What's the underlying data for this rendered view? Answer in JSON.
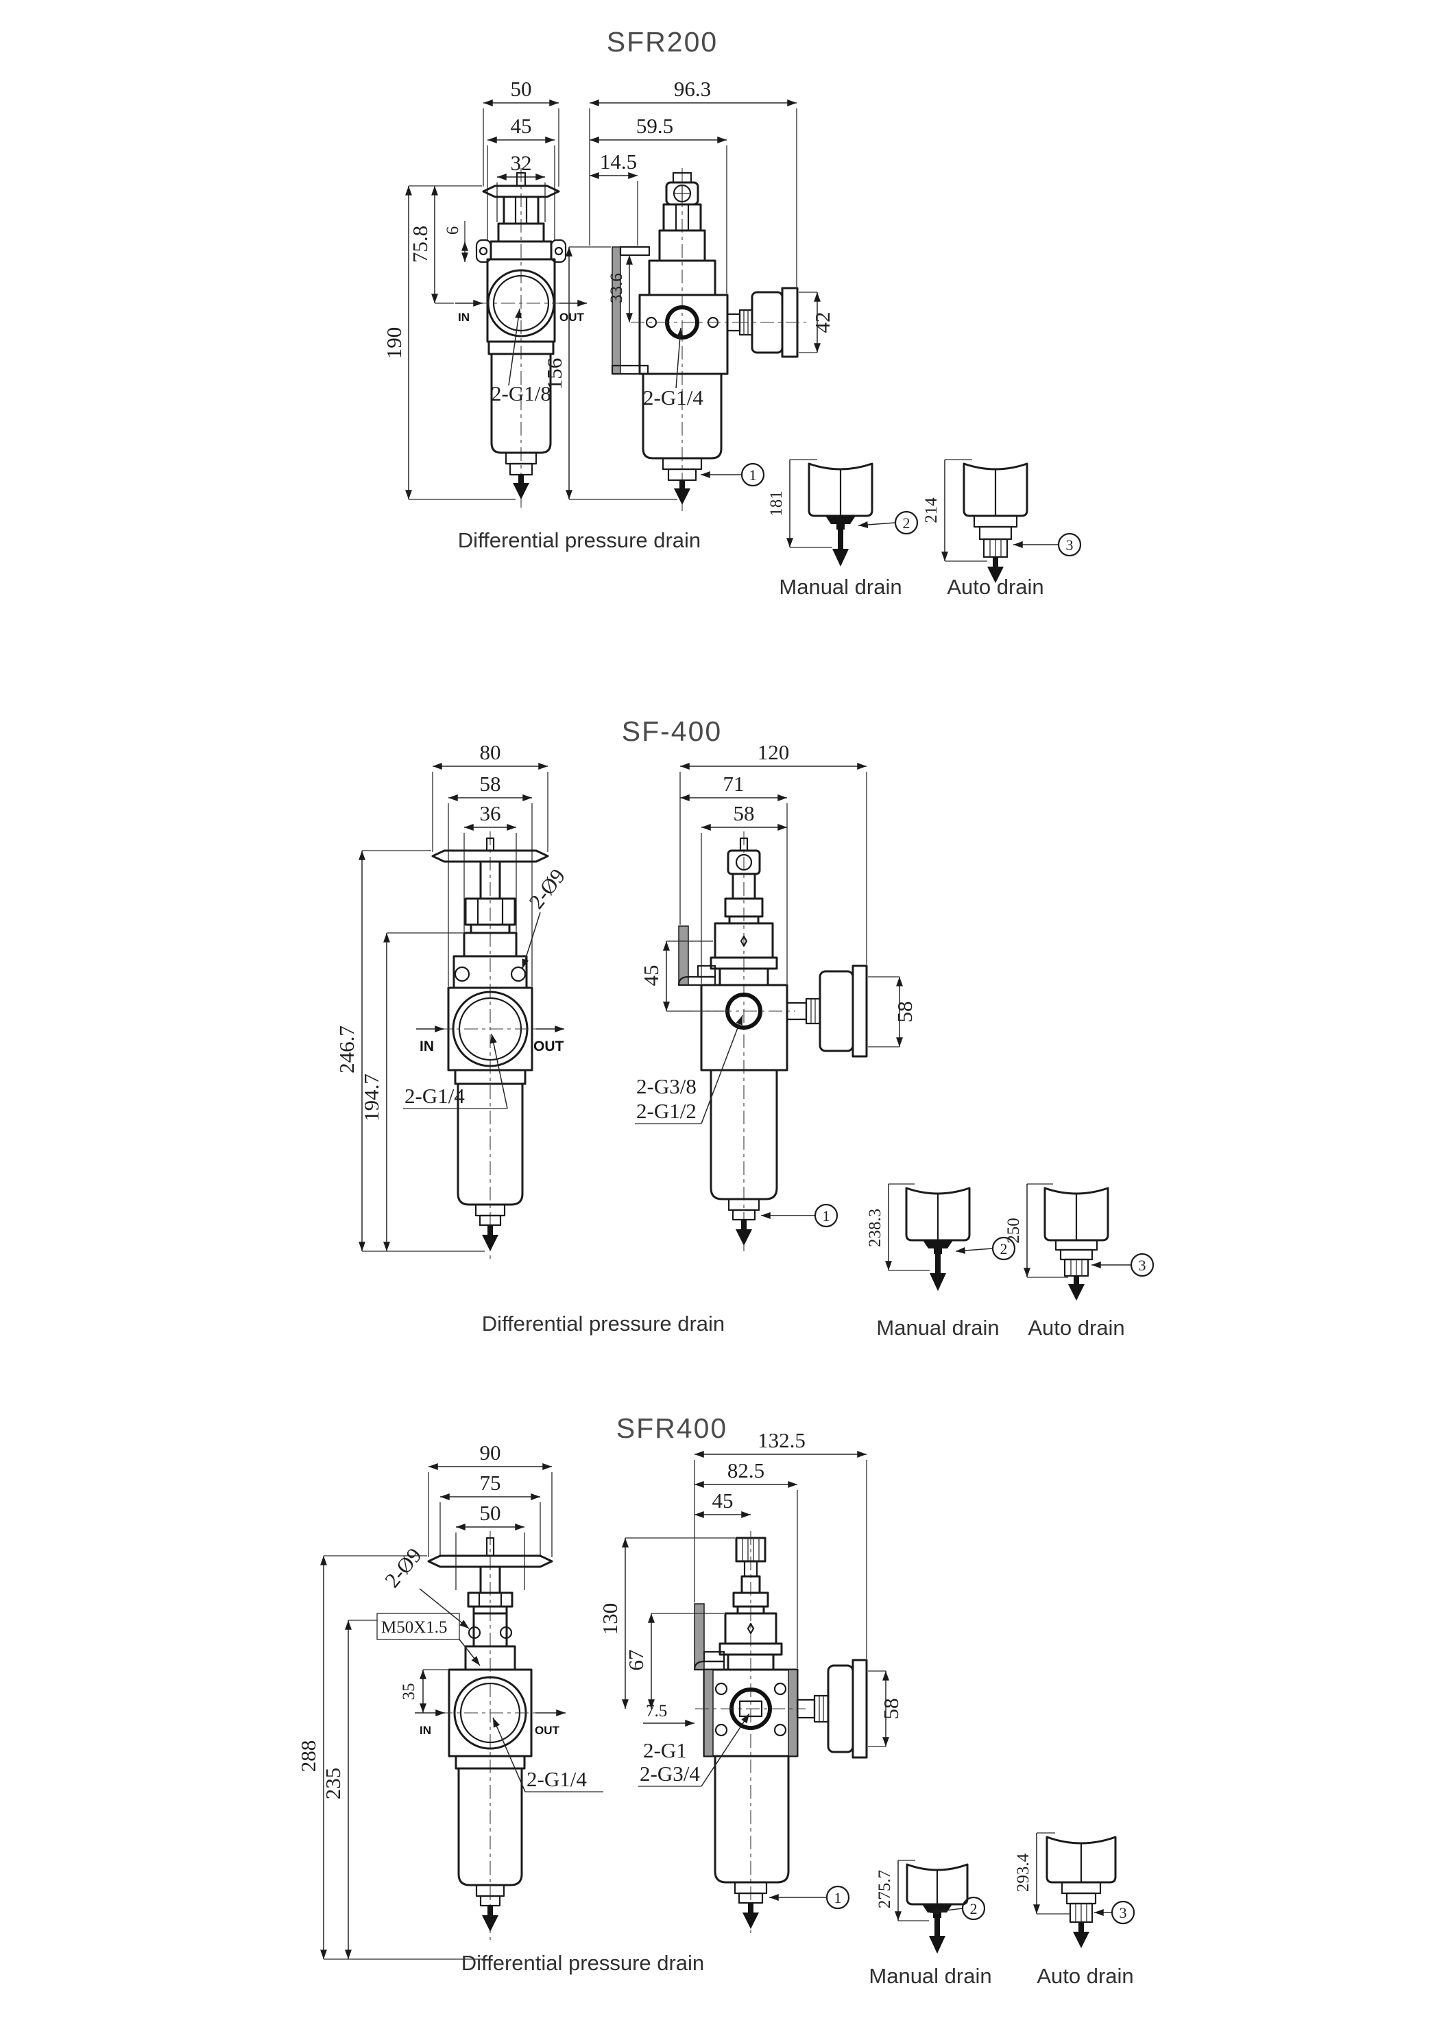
{
  "colors": {
    "line": "#1b1b1b",
    "dim_text": "#1f1f1f",
    "title_text": "#4b4b4b",
    "caption_text": "#303030",
    "bracket_fill": "#9a9a9a"
  },
  "sections": [
    {
      "title": "SFR200",
      "front": {
        "width_dims": [
          "50",
          "45",
          "32"
        ],
        "height_dim": "190",
        "upper_height_dim": "75.8",
        "bracket_dim": "6",
        "in_label": "IN",
        "out_label": "OUT",
        "port_label": "2-G1/8"
      },
      "side": {
        "width_dims": [
          "96.3",
          "59.5",
          "14.5"
        ],
        "bracket_offset_dim": "33.6",
        "height_dim": "156",
        "gauge_dim": "42",
        "port_label": "2-G1/4",
        "drain_callout": "1"
      },
      "diff_caption": "Differential pressure drain",
      "manual": {
        "dim": "181",
        "callout": "2",
        "caption": "Manual drain"
      },
      "auto": {
        "dim": "214",
        "callout": "3",
        "caption": "Auto drain"
      }
    },
    {
      "title": "SF-400",
      "front": {
        "width_dims": [
          "80",
          "58",
          "36"
        ],
        "height_dim": "246.7",
        "upper_height_dim": "194.7",
        "hole_label": "2-Ø9",
        "in_label": "IN",
        "out_label": "OUT",
        "port_label": "2-G1/4"
      },
      "side": {
        "width_dims": [
          "120",
          "71",
          "58"
        ],
        "bracket_offset_dim": "45",
        "gauge_dim": "58",
        "port_labels": [
          "2-G3/8",
          "2-G1/2"
        ],
        "drain_callout": "1"
      },
      "diff_caption": "Differential pressure drain",
      "manual": {
        "dim": "238.3",
        "callout": "2",
        "caption": "Manual drain"
      },
      "auto": {
        "dim": "250",
        "callout": "3",
        "caption": "Auto drain"
      }
    },
    {
      "title": "SFR400",
      "front": {
        "width_dims": [
          "90",
          "75",
          "50"
        ],
        "height_dim": "288",
        "upper_height_dim": "235",
        "body_offset_dim": "35",
        "hole_label": "2-Ø9",
        "thread_label": "M50X1.5",
        "in_label": "IN",
        "out_label": "OUT",
        "port_label": "2-G1/4"
      },
      "side": {
        "width_dims": [
          "132.5",
          "82.5",
          "45"
        ],
        "height_dim": "130",
        "mid_dim": "67",
        "offset_dim": "7.5",
        "gauge_dim": "58",
        "port_labels": [
          "2-G1",
          "2-G3/4"
        ],
        "drain_callout": "1"
      },
      "diff_caption": "Differential pressure drain",
      "manual": {
        "dim": "275.7",
        "callout": "2",
        "caption": "Manual drain"
      },
      "auto": {
        "dim": "293.4",
        "callout": "3",
        "caption": "Auto drain"
      }
    }
  ]
}
